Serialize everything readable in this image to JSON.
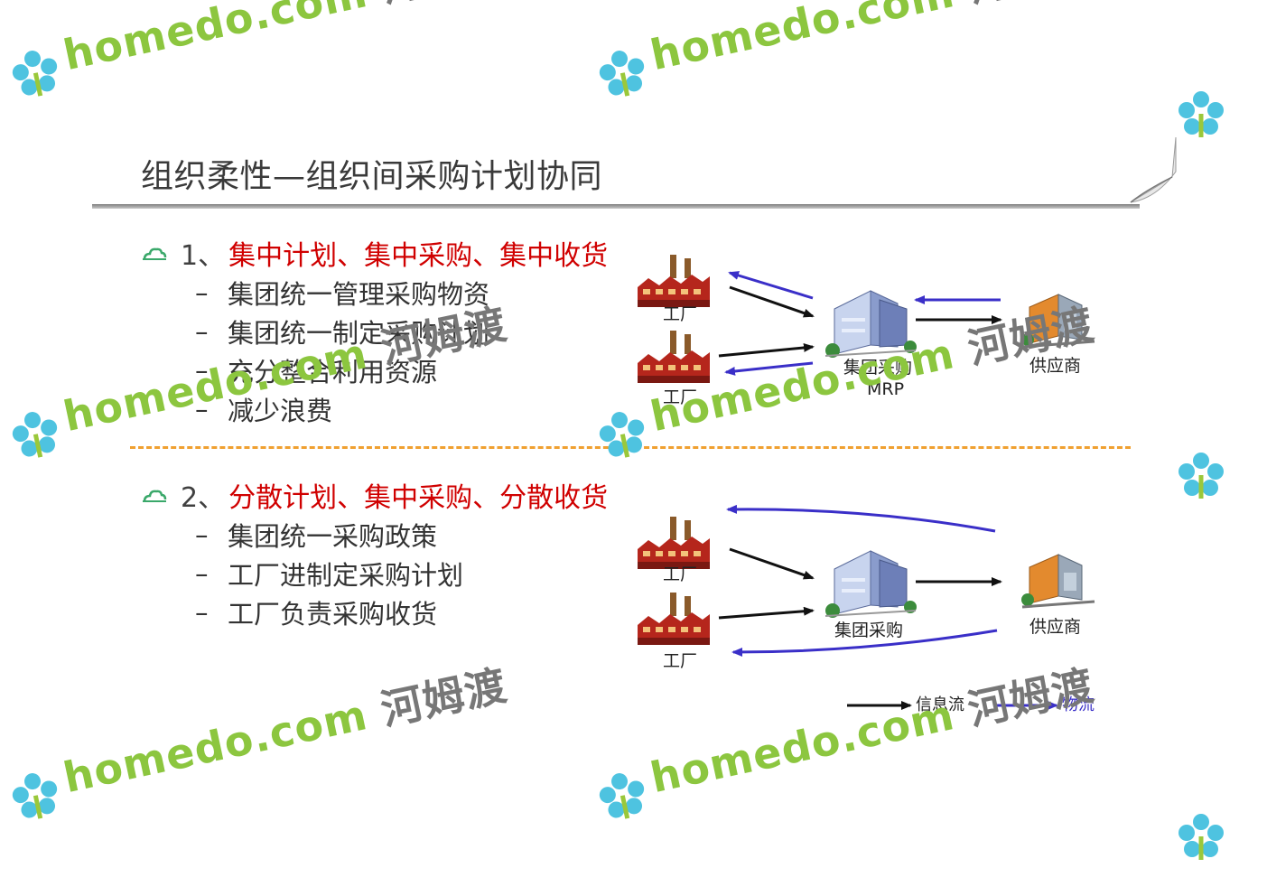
{
  "slide": {
    "title": "组织柔性—组织间采购计划协同"
  },
  "section1": {
    "number": "1、",
    "heading": "集中计划、集中采购、集中收货",
    "items": [
      "集团统一管理采购物资",
      "集团统一制定采购计划",
      "充分整合利用资源",
      "减少浪费"
    ]
  },
  "section2": {
    "number": "2、",
    "heading": "分散计划、集中采购、分散收货",
    "items": [
      "集团统一采购政策",
      "工厂进制定采购计划",
      "工厂负责采购收货"
    ]
  },
  "bullet_dash": "–",
  "diagram1": {
    "factory_top": "工厂",
    "factory_bottom": "工厂",
    "hub_label": "集团采购",
    "hub_sublabel": "MRP",
    "supplier": "供应商"
  },
  "diagram2": {
    "factory_top": "工厂",
    "factory_bottom": "工厂",
    "hub_label": "集团采购",
    "supplier": "供应商"
  },
  "legend": {
    "info_flow": "信息流",
    "material_flow": "物流"
  },
  "colors": {
    "info_arrow": "#111111",
    "material_arrow": "#3a2fc8",
    "heading_red": "#d00000",
    "divider": "#f0a030"
  },
  "watermark": {
    "latin": "homedo.com",
    "cjk": "河姆渡"
  }
}
